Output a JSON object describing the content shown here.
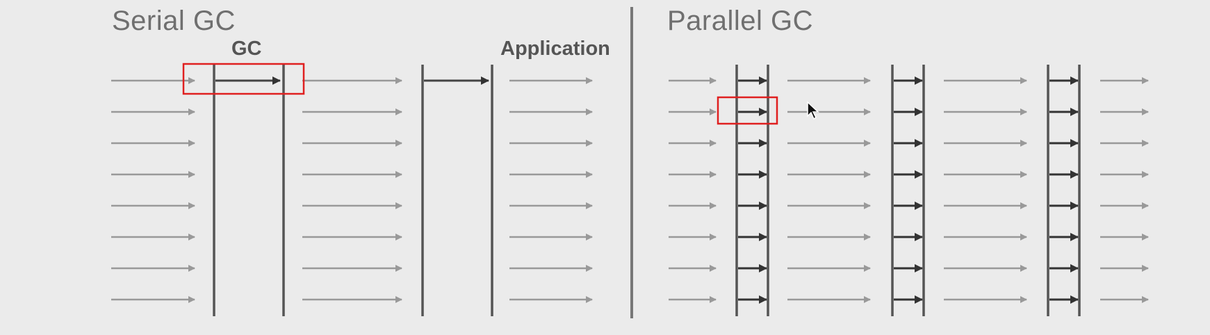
{
  "serial": {
    "title": "Serial GC",
    "gc_label": "GC",
    "app_label": "Application"
  },
  "parallel": {
    "title": "Parallel GC"
  },
  "colors": {
    "background": "#ebebeb",
    "app_arrow": "#999999",
    "gc_arrow": "#444444",
    "bar": "#555555",
    "highlight": "#e02020",
    "divider": "#777777"
  },
  "icons": [
    "mouse-cursor-icon"
  ]
}
